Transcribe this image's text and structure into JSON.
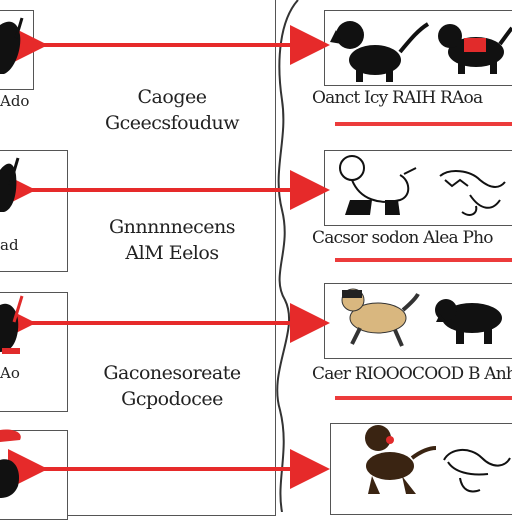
{
  "colors": {
    "arrow": "#e62a2a",
    "line": "#333333",
    "dog_black": "#111111",
    "dog_tan": "#d9b77f",
    "accent_red": "#e12b2b"
  },
  "rows": [
    {
      "caption": [
        "Caogee",
        "Gceecsfouduw"
      ],
      "left_label": "Ado",
      "right_label": "Oanct Icy RAIH RAoa"
    },
    {
      "caption": [
        "Gnnnnnecens",
        "AlM Eelos"
      ],
      "left_label": "ad",
      "right_label": "Cacsor sodon Alea Pho"
    },
    {
      "caption": [
        "Gaconesoreate",
        "Gcpodocee"
      ],
      "left_label": "Ao",
      "right_label": "Caer RIOOOCOOD B Anh"
    },
    {
      "caption": [],
      "left_label": "",
      "right_label": ""
    }
  ]
}
